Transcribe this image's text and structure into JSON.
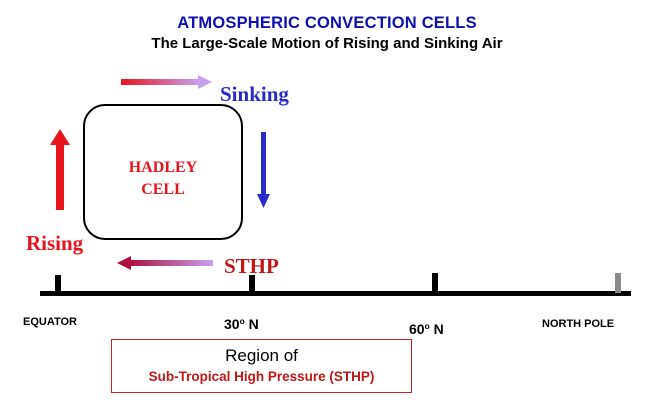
{
  "title": "ATMOSPHERIC CONVECTION CELLS",
  "subtitle": "The Large-Scale Motion of Rising and Sinking Air",
  "labels": {
    "sinking": "Sinking",
    "rising": "Rising",
    "sthp": "STHP"
  },
  "cell": {
    "line1": "HADLEY",
    "line2": "CELL"
  },
  "axis": {
    "equator": "EQUATOR",
    "lat30_value": "30",
    "lat30_unit": "o",
    "lat30_suffix": " N",
    "lat60_value": "60",
    "lat60_unit": "o",
    "lat60_suffix": " N",
    "north_pole": "NORTH POLE"
  },
  "region": {
    "line1": "Region of",
    "line2": "Sub-Tropical High Pressure (STHP)"
  },
  "colors": {
    "title": "#1010b0",
    "red": "#e8141c",
    "blue": "#2a2ac8",
    "lavender": "#c8a0f0",
    "dark_red": "#c01818",
    "gray_tick": "#8a8a8a"
  }
}
